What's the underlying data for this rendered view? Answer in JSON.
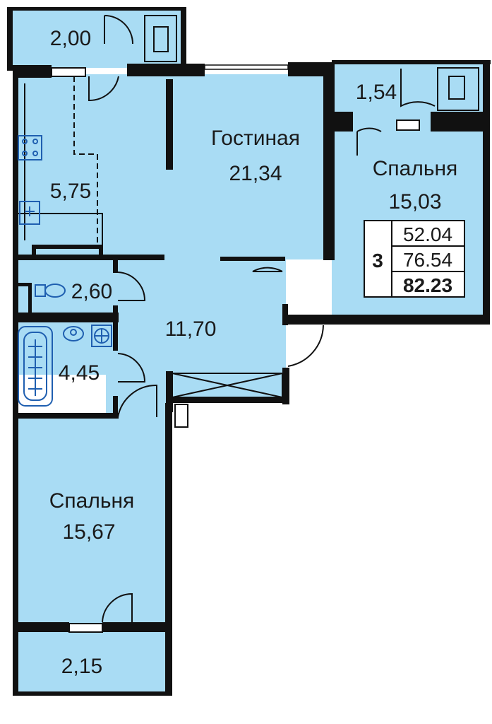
{
  "rooms": {
    "balcony_top_left": {
      "area": "2,00"
    },
    "kitchen": {
      "area": "5,75"
    },
    "living_room": {
      "name": "Гостиная",
      "area": "21,34"
    },
    "balcony_top_right": {
      "area": "1,54"
    },
    "bedroom_right": {
      "name": "Спальня",
      "area": "15,03"
    },
    "wc": {
      "area": "2,60"
    },
    "hallway": {
      "area": "11,70"
    },
    "bathroom": {
      "area": "4,45"
    },
    "bedroom_left": {
      "name": "Спальня",
      "area": "15,67"
    },
    "balcony_bottom": {
      "area": "2,15"
    }
  },
  "summary": {
    "rooms_count": "3",
    "living_area": "52.04",
    "total_area": "76.54",
    "total_with_balconies": "82.23"
  },
  "colors": {
    "room_fill": "#a9dcf4",
    "walls": "#111111",
    "fixtures": "#1f5fb0"
  }
}
